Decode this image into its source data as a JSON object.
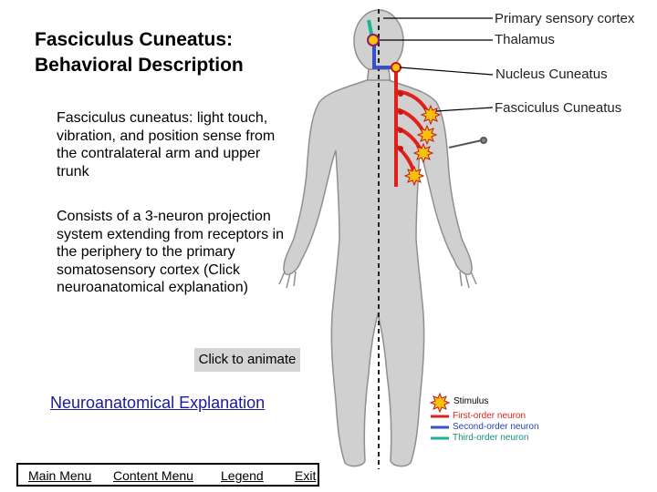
{
  "title": {
    "line1": "Fasciculus Cuneatus:",
    "line2": "Behavioral Description"
  },
  "paragraph1": "Fasciculus cuneatus: light touch, vibration, and position sense from the contralateral arm and upper trunk",
  "paragraph2": "Consists of a 3-neuron projection system extending from receptors in the periphery to the primary somatosensory cortex (Click neuroanatomical explanation)",
  "animate_button": "Click to animate",
  "explanation_link": "Neuroanatomical Explanation",
  "menu": {
    "main": "Main Menu",
    "content": "Content Menu",
    "legend": "Legend",
    "exit": "Exit"
  },
  "callouts": {
    "cortex": "Primary sensory cortex",
    "thalamus": "Thalamus",
    "nucleus": "Nucleus Cuneatus",
    "fasciculus": "Fasciculus Cuneatus"
  },
  "legend": {
    "stimulus": "Stimulus",
    "first": "First-order neuron",
    "second": "Second-order neuron",
    "third": "Third-order neuron"
  },
  "colors": {
    "first_order": "#e0201a",
    "second_order": "#3a4fcc",
    "third_order": "#19b39a",
    "stimulus": "#f4c20d",
    "body": "#b0b0b0"
  }
}
